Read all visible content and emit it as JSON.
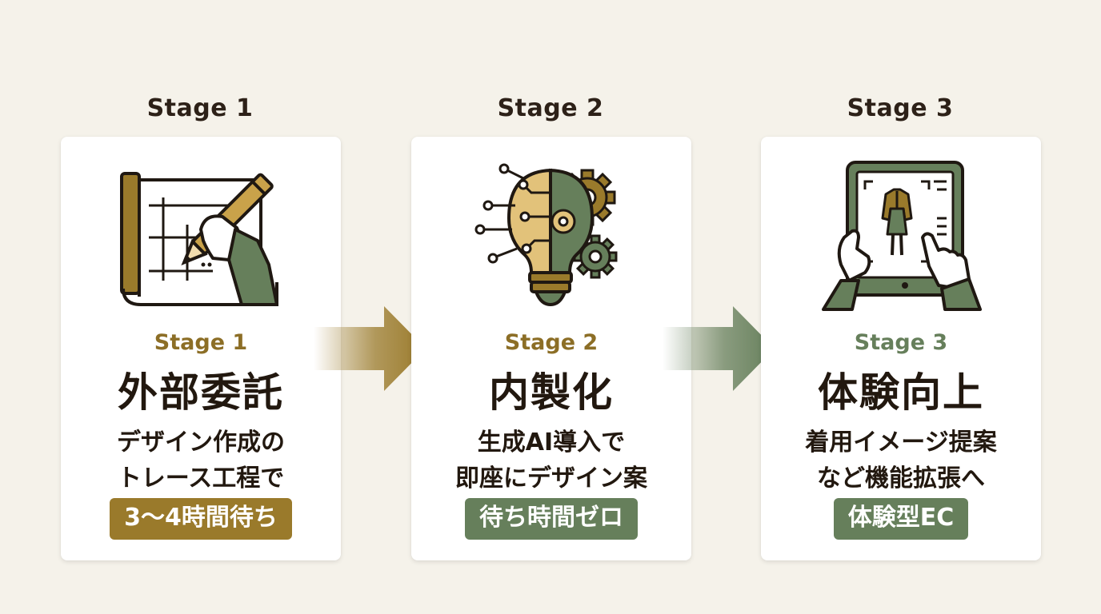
{
  "colors": {
    "background": "#f5f2ea",
    "gold": "#9a7a2b",
    "green": "#667f5b",
    "dark": "#2a1f16"
  },
  "stages": [
    {
      "top_label": "Stage 1",
      "sub_label": "Stage 1",
      "heading": "外部委託",
      "desc_line1": "デザイン作成の",
      "desc_line2": "トレース工程で",
      "badge": "3〜4時間待ち",
      "accent": "#9a7a2b",
      "icon": "blueprint-pencil-icon"
    },
    {
      "top_label": "Stage 2",
      "sub_label": "Stage 2",
      "heading": "内製化",
      "desc_line1": "生成AI導入で",
      "desc_line2": "即座にデザイン案",
      "badge": "待ち時間ゼロ",
      "accent": "#667f5b",
      "icon": "ai-lightbulb-gears-icon"
    },
    {
      "top_label": "Stage 3",
      "sub_label": "Stage 3",
      "heading": "体験向上",
      "desc_line1": "着用イメージ提案",
      "desc_line2": "など機能拡張へ",
      "badge": "体験型EC",
      "accent": "#667f5b",
      "icon": "tablet-fashion-icon"
    }
  ],
  "arrows": [
    {
      "icon": "arrow-right-icon",
      "color": "#9a7a2b"
    },
    {
      "icon": "arrow-right-icon",
      "color": "#667f5b"
    }
  ]
}
